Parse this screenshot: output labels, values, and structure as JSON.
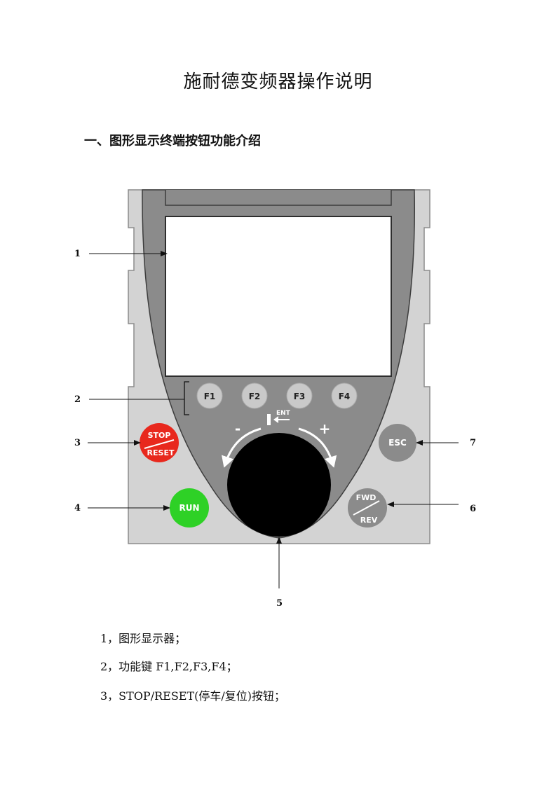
{
  "doc": {
    "title": "施耐德变频器操作说明",
    "section_heading": "一、图形显示终端按钮功能介绍"
  },
  "terminal": {
    "keys": {
      "f1": "F1",
      "f2": "F2",
      "f3": "F3",
      "f4": "F4"
    },
    "ent_label": "ENT",
    "minus_label": "-",
    "plus_label": "+",
    "stop_top": "STOP",
    "stop_bottom": "RESET",
    "run_label": "RUN",
    "esc_label": "ESC",
    "fwd_label": "FWD",
    "rev_label": "REV",
    "colors": {
      "stop": "#e8281d",
      "run": "#2ed126",
      "key": "#c9c9c9",
      "body": "#d3d3d3",
      "bezel": "#8a8a8a",
      "knob": "#000000"
    }
  },
  "callouts": {
    "c1": "1",
    "c2": "2",
    "c3": "3",
    "c4": "4",
    "c5": "5",
    "c6": "6",
    "c7": "7"
  },
  "list": [
    "1，图形显示器；",
    "2，功能键 F1,F2,F3,F4；",
    "3，STOP/RESET(停车/复位)按钮；"
  ]
}
